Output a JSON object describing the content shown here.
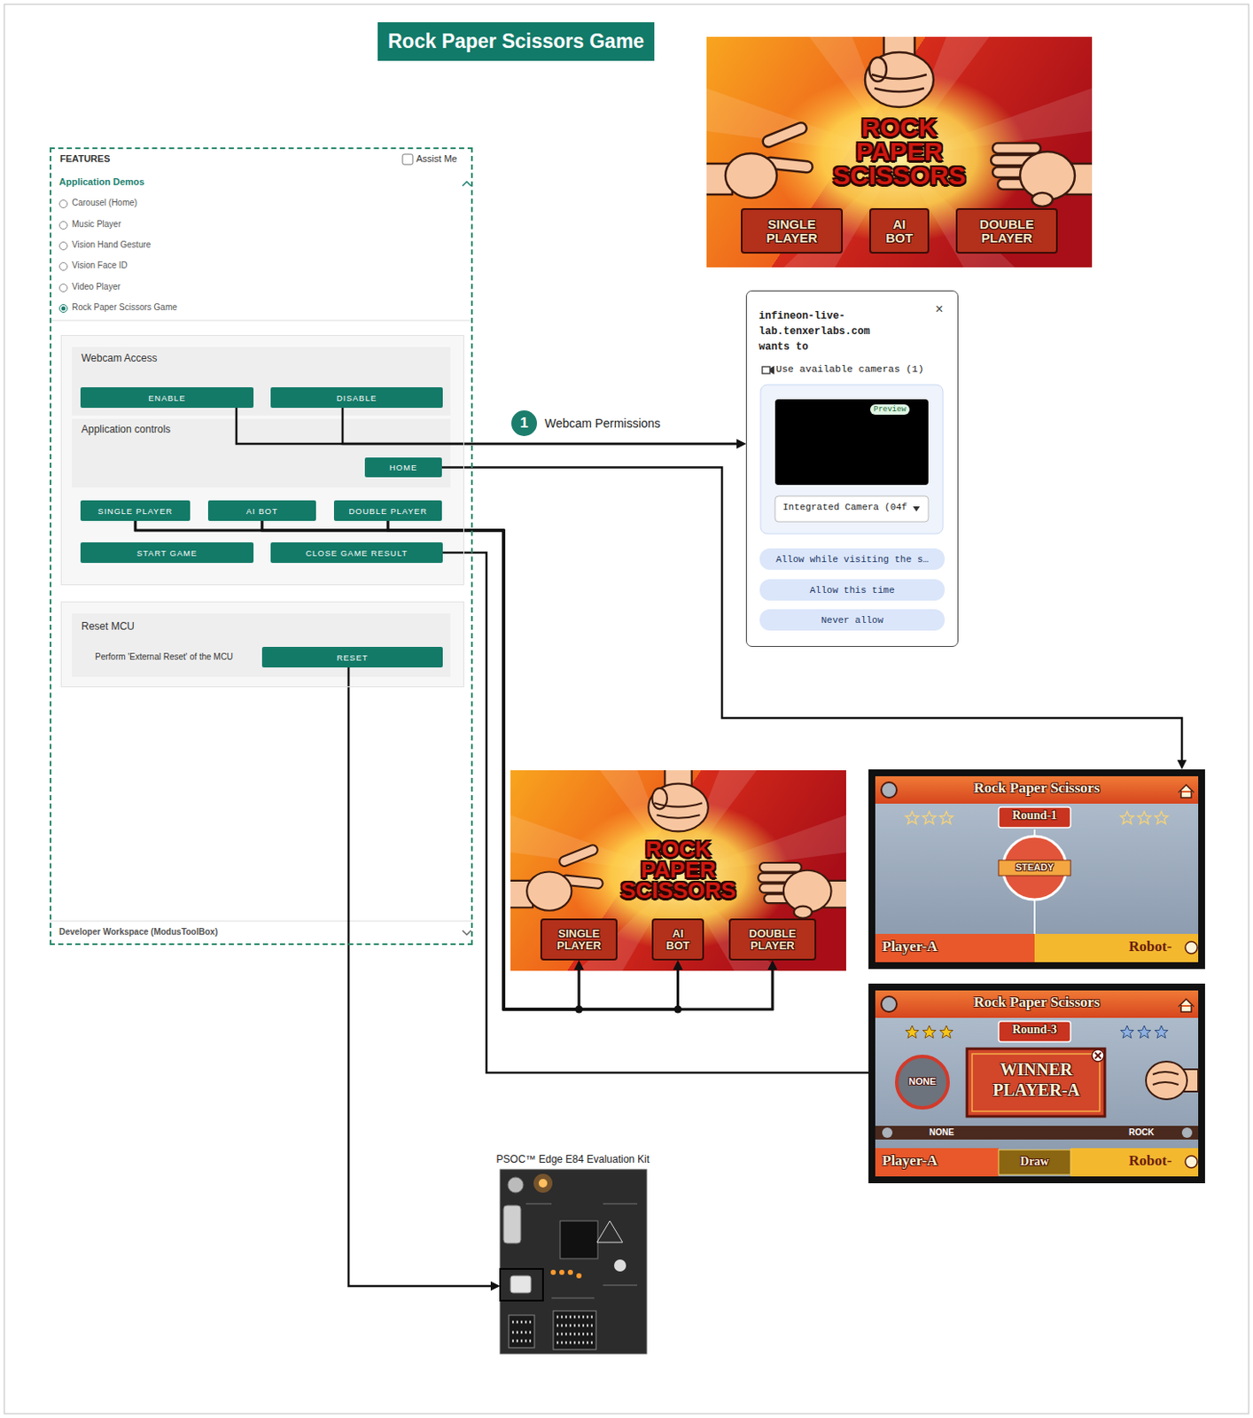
{
  "diagram": {
    "title": "Rock Paper Scissors Game",
    "nodes": [
      {
        "text": [
          "FEATURES",
          "Assist Me",
          "Application Demos",
          "Carousel (Home)",
          "Music Player",
          "Vision Hand Gesture",
          "Vision Face ID",
          "Video Player",
          "Rock Paper Scissors Game",
          "Developer Workspace (ModusToolBox)"
        ]
      },
      {
        "text": [
          "Webcam Access",
          "Application controls"
        ],
        "in": 0
      },
      {
        "text": [
          "ENABLE"
        ],
        "in": 1
      },
      {
        "text": [
          "DISABLE"
        ],
        "in": 1
      },
      {
        "text": [
          "HOME"
        ],
        "in": 1
      },
      {
        "text": [
          "SINGLE PLAYER"
        ],
        "in": 1
      },
      {
        "text": [
          "AI BOT"
        ],
        "in": 1
      },
      {
        "text": [
          "DOUBLE PLAYER"
        ],
        "in": 1
      },
      {
        "text": [
          "START GAME"
        ],
        "in": 1
      },
      {
        "text": [
          "CLOSE GAME RESULT"
        ],
        "in": 1
      },
      {
        "text": [
          "Reset MCU",
          "Perform 'External Reset' of the MCU"
        ],
        "in": 0
      },
      {
        "text": [
          "RESET"
        ],
        "in": 10
      },
      {
        "text": [
          "ROCK PAPER SCISSORS"
        ]
      },
      {
        "text": [
          "SINGLE PLAYER"
        ],
        "in": 12
      },
      {
        "text": [
          "AI BOT"
        ],
        "in": 12
      },
      {
        "text": [
          "DOUBLE PLAYER"
        ],
        "in": 12
      },
      {
        "text": [
          "infineon-live-lab.tenxerlabs.com wants to",
          "×",
          "Use available cameras (1)",
          "Preview",
          "Integrated Camera (04f"
        ]
      },
      {
        "text": [
          "Allow while visiting the s…"
        ],
        "in": 16
      },
      {
        "text": [
          "Allow this time"
        ],
        "in": 16
      },
      {
        "text": [
          "Never allow"
        ],
        "in": 16
      },
      {
        "text": [
          "ROCK PAPER SCISSORS"
        ]
      },
      {
        "text": [
          "SINGLE PLAYER"
        ],
        "in": 20
      },
      {
        "text": [
          "AI BOT"
        ],
        "in": 20
      },
      {
        "text": [
          "DOUBLE PLAYER"
        ],
        "in": 20
      },
      {
        "text": [
          "Rock Paper Scissors",
          "Round-1",
          "STEADY",
          "Player-A",
          "Robot-"
        ]
      },
      {
        "text": [
          "Rock Paper Scissors",
          "Round-3",
          "NONE",
          "WINNER PLAYER-A",
          "NONE",
          "ROCK",
          "Player-A",
          "Draw",
          "Robot-"
        ]
      },
      {
        "text": [
          "PSOC™ Edge E84 Evaluation Kit"
        ]
      }
    ],
    "edges": [
      {
        "from": 2,
        "to": 16,
        "arrow": "to",
        "label": "Webcam Permissions"
      },
      {
        "from": 3,
        "to": 16,
        "arrow": "to"
      },
      {
        "from": 4,
        "to": 24,
        "arrow": "to"
      },
      {
        "from": 5,
        "to": 21,
        "arrow": "to"
      },
      {
        "from": 5,
        "to": 22,
        "arrow": "to"
      },
      {
        "from": 5,
        "to": 23,
        "arrow": "to"
      },
      {
        "from": 6,
        "to": 21,
        "arrow": "to"
      },
      {
        "from": 6,
        "to": 22,
        "arrow": "to"
      },
      {
        "from": 6,
        "to": 23,
        "arrow": "to"
      },
      {
        "from": 7,
        "to": 21,
        "arrow": "to"
      },
      {
        "from": 7,
        "to": 22,
        "arrow": "to"
      },
      {
        "from": 7,
        "to": 23,
        "arrow": "to"
      },
      {
        "from": 9,
        "to": 25,
        "arrow": "none"
      },
      {
        "from": 11,
        "to": 26,
        "arrow": "to"
      }
    ],
    "labels": [
      "1"
    ]
  }
}
